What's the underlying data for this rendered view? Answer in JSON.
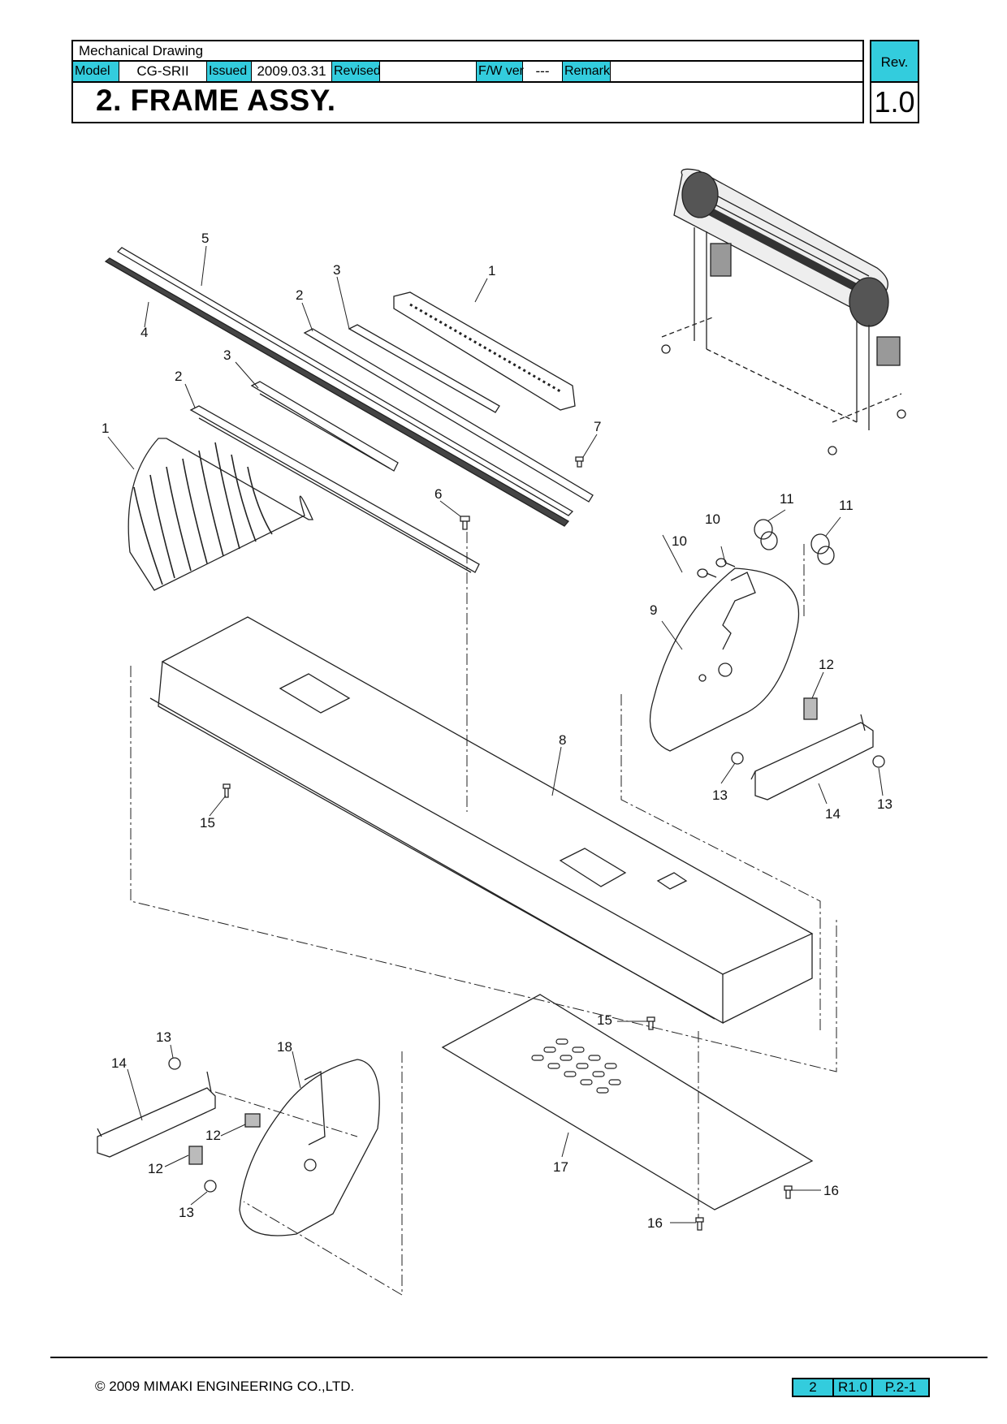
{
  "header": {
    "doc_type": "Mechanical Drawing",
    "model_label": "Model",
    "model_value": "CG-SRII",
    "issued_label": "Issued",
    "issued_value": "2009.03.31",
    "revised_label": "Revised",
    "revised_value": "",
    "fw_label": "F/W ver",
    "fw_value": "---",
    "remark_label": "Remark",
    "remark_value": "",
    "title": "2. FRAME ASSY.",
    "rev_label": "Rev.",
    "rev_value": "1.0"
  },
  "callouts": [
    "1",
    "2",
    "3",
    "4",
    "5",
    "6",
    "7",
    "8",
    "9",
    "10",
    "11",
    "12",
    "13",
    "14",
    "15",
    "16",
    "17",
    "18"
  ],
  "footer": {
    "copyright": "© 2009 MIMAKI ENGINEERING CO.,LTD.",
    "page": "2",
    "revision": "R1.0",
    "page_ref": "P.2-1"
  },
  "colors": {
    "label_bg": "#33ccdd",
    "line": "#000000"
  }
}
